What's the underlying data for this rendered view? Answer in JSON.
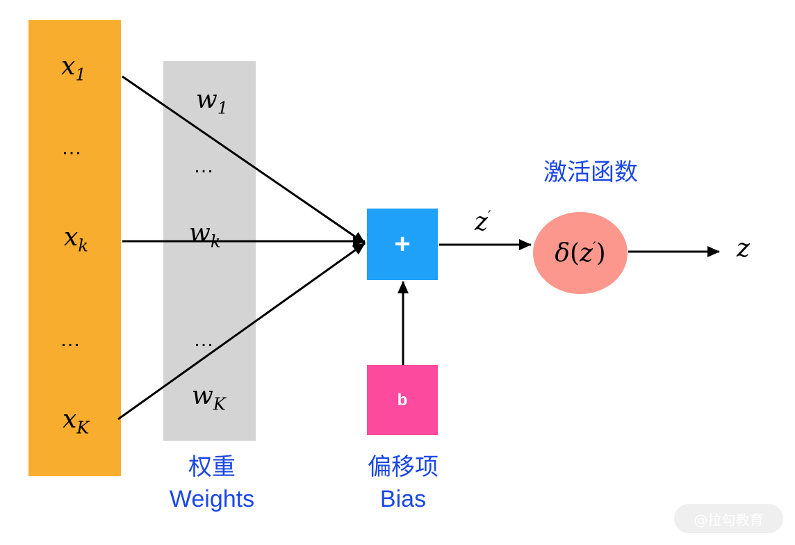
{
  "inputs": {
    "x1": {
      "base": "x",
      "sub": "1"
    },
    "dots_top": "…",
    "xk": {
      "base": "x",
      "sub": "k"
    },
    "dots_bottom": "…",
    "xK": {
      "base": "x",
      "sub": "K"
    }
  },
  "weights": {
    "w1": {
      "base": "w",
      "sub": "1"
    },
    "dots_top": "…",
    "wk": {
      "base": "w",
      "sub": "k"
    },
    "dots_bottom": "…",
    "wK": {
      "base": "w",
      "sub": "K"
    },
    "caption_cn": "权重",
    "caption_en": "Weights"
  },
  "sum": {
    "symbol": "+"
  },
  "bias": {
    "symbol": "b",
    "caption_cn": "偏移项",
    "caption_en": "Bias"
  },
  "z_prime": {
    "base": "z",
    "prime": "′"
  },
  "activation": {
    "title": "激活函数",
    "delta": "δ",
    "open": "(",
    "z": "z",
    "prime": "′",
    "close": ")"
  },
  "output": {
    "label": "z"
  },
  "watermark": "@拉勾教育",
  "colors": {
    "inputs": "#F9AD2F",
    "weights": "#D4D4D4",
    "sum": "#1FA1FA",
    "bias": "#FC4B9E",
    "activation": "#FB978C",
    "caption": "#1A47E5"
  }
}
